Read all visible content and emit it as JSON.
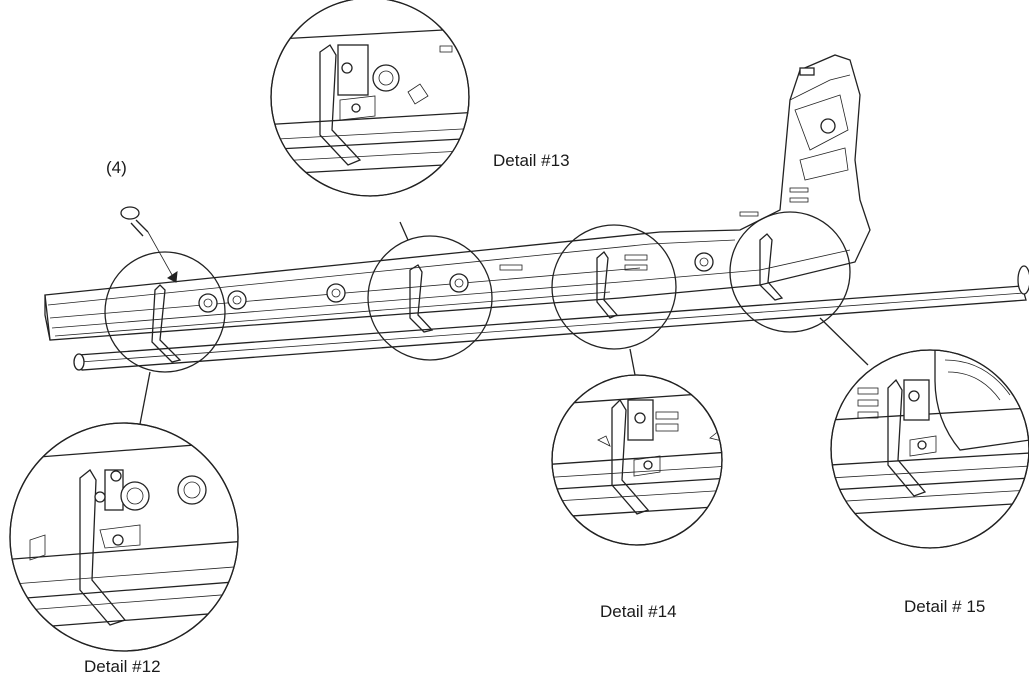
{
  "diagram": {
    "fastener_callout": "(4)",
    "details": [
      {
        "id": "detail-12",
        "label": "Detail #12"
      },
      {
        "id": "detail-13",
        "label": "Detail #13"
      },
      {
        "id": "detail-14",
        "label": "Detail #14"
      },
      {
        "id": "detail-15",
        "label": "Detail # 15"
      }
    ],
    "colors": {
      "line": "#222222",
      "background": "#ffffff"
    }
  }
}
